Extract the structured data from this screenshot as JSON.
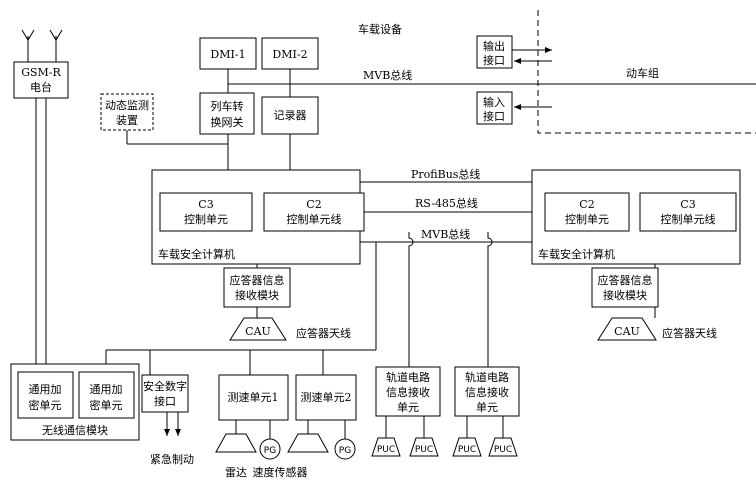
{
  "onboard_label": "车载设备",
  "emu_label": "动车组",
  "mvb_top_label": "MVB总线",
  "profibus_label": "ProfiBus总线",
  "rs485_label": "RS-485总线",
  "mvb_mid_label": "MVB总线",
  "gsmr": [
    "GSM-R",
    "电台"
  ],
  "dmi1": "DMI-1",
  "dmi2": "DMI-2",
  "dynamic_monitor": [
    "动态监测",
    "装置"
  ],
  "train_gateway": [
    "列车转",
    "换网关"
  ],
  "recorder": "记录器",
  "output_iface": [
    "输出",
    "接口"
  ],
  "input_iface": [
    "输入",
    "接口"
  ],
  "left_computer": {
    "label": "车载安全计算机",
    "c3": [
      "C3",
      "控制单元"
    ],
    "c2": [
      "C2",
      "控制单元线"
    ]
  },
  "right_computer": {
    "label": "车载安全计算机",
    "c2": [
      "C2",
      "控制单元"
    ],
    "c3": [
      "C3",
      "控制单元线"
    ]
  },
  "balise_rx_left": [
    "应答器信息",
    "接收模块"
  ],
  "balise_rx_right": [
    "应答器信息",
    "接收模块"
  ],
  "cau": "CAU",
  "balise_antenna": "应答器天线",
  "crypto_unit_1": [
    "通用加",
    "密单元"
  ],
  "crypto_unit_2": [
    "通用加",
    "密单元"
  ],
  "wireless_module": "无线通信模块",
  "safety_digital": [
    "安全数字",
    "接口"
  ],
  "emergency_brake": "紧急制动",
  "speed_unit_1": "测速单元1",
  "speed_unit_2": "测速单元2",
  "pg": "PG",
  "radar": "雷达",
  "speed_sensor": "速度传感器",
  "track_rx_1": [
    "轨道电路",
    "信息接收",
    "单元"
  ],
  "track_rx_2": [
    "轨道电路",
    "信息接收",
    "单元"
  ],
  "puc": "PUC"
}
